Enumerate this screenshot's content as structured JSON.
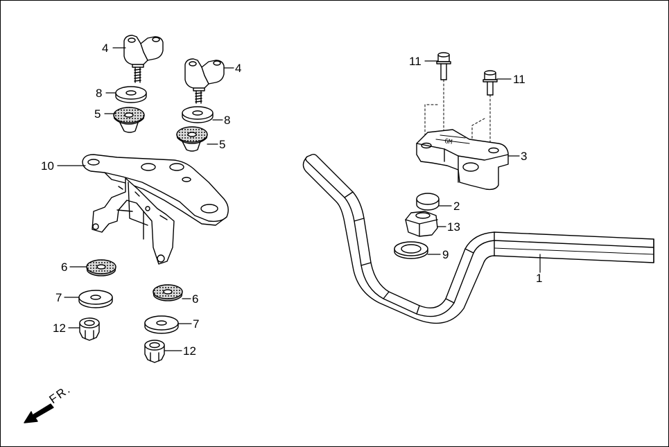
{
  "diagram": {
    "parts": [
      {
        "id": "p1",
        "label": "1"
      },
      {
        "id": "p2",
        "label": "2"
      },
      {
        "id": "p3",
        "label": "3"
      },
      {
        "id": "p4a",
        "label": "4"
      },
      {
        "id": "p4b",
        "label": "4"
      },
      {
        "id": "p5a",
        "label": "5"
      },
      {
        "id": "p5b",
        "label": "5"
      },
      {
        "id": "p6a",
        "label": "6"
      },
      {
        "id": "p6b",
        "label": "6"
      },
      {
        "id": "p7a",
        "label": "7"
      },
      {
        "id": "p7b",
        "label": "7"
      },
      {
        "id": "p8a",
        "label": "8"
      },
      {
        "id": "p8b",
        "label": "8"
      },
      {
        "id": "p9",
        "label": "9"
      },
      {
        "id": "p10",
        "label": "10"
      },
      {
        "id": "p11a",
        "label": "11"
      },
      {
        "id": "p11b",
        "label": "11"
      },
      {
        "id": "p12a",
        "label": "12"
      },
      {
        "id": "p12b",
        "label": "12"
      },
      {
        "id": "p13",
        "label": "13"
      }
    ],
    "direction_label": "FR."
  }
}
